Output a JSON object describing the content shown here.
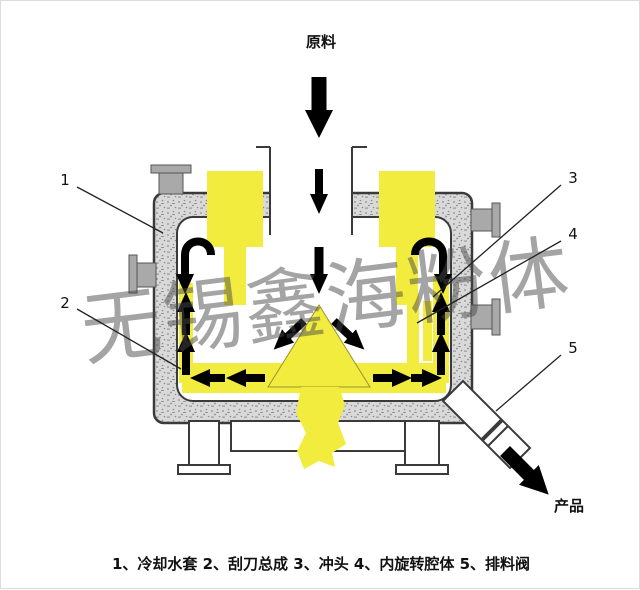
{
  "colors": {
    "yellow": "#f2ec3e",
    "jacket_base": "#d9d9d9",
    "jacket_speckle": "#8c8c8c",
    "pipe_gray": "#a9a9a9",
    "outline": "#3a3a3a",
    "arrow_black": "#000000",
    "watermark_gray": "#4a4a4a",
    "background": "#ffffff"
  },
  "labels": {
    "feed": "原料",
    "product": "产品",
    "watermark": "无锡鑫海粉体",
    "caption": "1、冷却水套  2、刮刀总成  3、冲头  4、内旋转腔体  5、排料阀"
  },
  "callouts": [
    "1",
    "2",
    "3",
    "4",
    "5"
  ]
}
